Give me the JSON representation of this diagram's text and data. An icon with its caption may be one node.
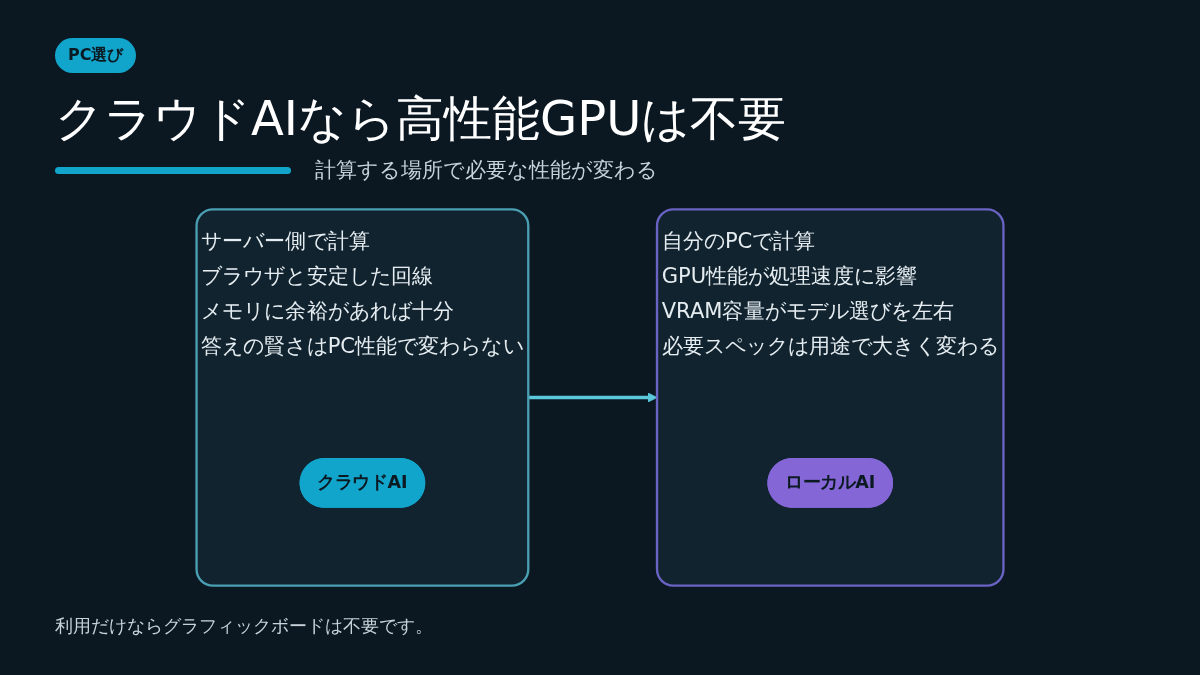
{
  "diagram": {
    "title": "クラウドAIなら高性能GPUは不要",
    "caption": "利用だけならグラフィックボードは不要です。",
    "nodes": [
      {
        "text": [
          "サーバー側で計算",
          "ブラウザと安定した回線",
          "メモリに余裕があれば十分",
          "答えの賢さはPC性能で変わらない"
        ]
      },
      {
        "text": [
          "クラウドAI"
        ],
        "in": 0
      },
      {
        "text": [
          "自分のPCで計算",
          "GPU性能が処理速度に影響",
          "VRAM容量がモデル選びを左右",
          "必要スペックは用途で大きく変わる"
        ]
      },
      {
        "text": [
          "ローカルAI"
        ],
        "in": 2
      }
    ],
    "edges": [
      {
        "from": 0,
        "to": 2,
        "arrow": "to",
        "color": "#5bc8dc"
      }
    ],
    "labels": [
      "PC選び",
      "計算する場所で必要な性能が変わる"
    ]
  }
}
